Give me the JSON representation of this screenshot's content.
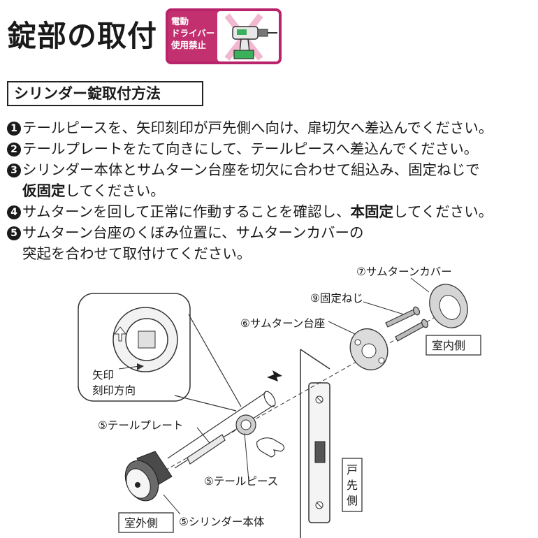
{
  "header": {
    "title": "錠部の取付",
    "badge_text": "電動\nドライバー\n使用禁止"
  },
  "section": {
    "title": "シリンダー錠取付方法"
  },
  "steps": [
    {
      "num": "1",
      "text": "テールピースを、矢印刻印が戸先側へ向け、扉切欠へ差込んでください。"
    },
    {
      "num": "2",
      "text": "テールプレートをたて向きにして、テールピースへ差込んでください。"
    },
    {
      "num": "3",
      "text": "シリンダー本体とサムターン台座を切欠に合わせて組込み、固定ねじで",
      "bold": "仮固定",
      "tail": "してください。"
    },
    {
      "num": "4",
      "text": "サムターンを回して正常に作動することを確認し、",
      "bold": "本固定",
      "tail": "してください。"
    },
    {
      "num": "5",
      "text": "サムターン台座のくぼみ位置に、サムターンカバーの",
      "cont": "突起を合わせて取付けてください。"
    }
  ],
  "diagram": {
    "labels": {
      "thumbturn_cover": "⑦サムターンカバー",
      "fixing_screw": "⑨固定ねじ",
      "thumbturn_base": "⑥サムターン台座",
      "indoor": "室内側",
      "arrow_mark_line1": "矢印",
      "arrow_mark_line2": "刻印方向",
      "tail_plate": "⑤テールプレート",
      "tail_piece": "⑤テールピース",
      "door_edge": "戸\n先\n側",
      "outdoor": "室外側",
      "cylinder_body": "⑤シリンダー本体"
    }
  }
}
